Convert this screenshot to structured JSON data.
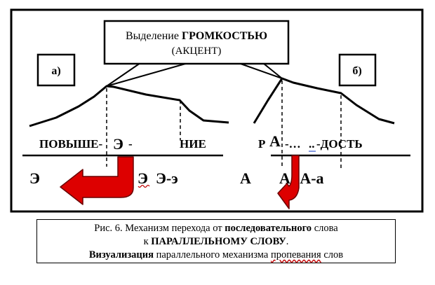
{
  "callout": {
    "line1_plain": "Выделение ",
    "line1_bold": "ГРОМКОСТЬЮ",
    "line2": "(АКЦЕНТ)"
  },
  "panel_a": {
    "label": "а)",
    "word_left": "ПОВЫШЕ-",
    "word_accent": "Э",
    "word_dash": "-",
    "word_right": "НИЕ",
    "sound_1": "Э",
    "sound_2": "Э",
    "sound_3": "Э-э"
  },
  "panel_b": {
    "label": "б)",
    "word_left": "Р",
    "word_accent": "А",
    "word_dots1": "-…",
    "word_dots2": "..",
    "word_right": "-ДОСТЬ",
    "sound_1": "А",
    "sound_2": "А",
    "sound_3": "-А-а"
  },
  "caption": {
    "line1_a": "Рис. 6. Механизм перехода от ",
    "line1_b": "последовательного",
    "line1_c": " слова",
    "line2_a": "к ",
    "line2_b": "ПАРАЛЛЕЛЬНОМУ СЛОВУ",
    "line2_c": ".",
    "line3_a": "Визуализация",
    "line3_b": " параллельного механизма ",
    "line3_c": "пропевания",
    "line3_d": " слов"
  },
  "colors": {
    "arrow_fill": "#dd0000",
    "arrow_stroke": "#6a0000",
    "spell_underline": "#c00000"
  }
}
